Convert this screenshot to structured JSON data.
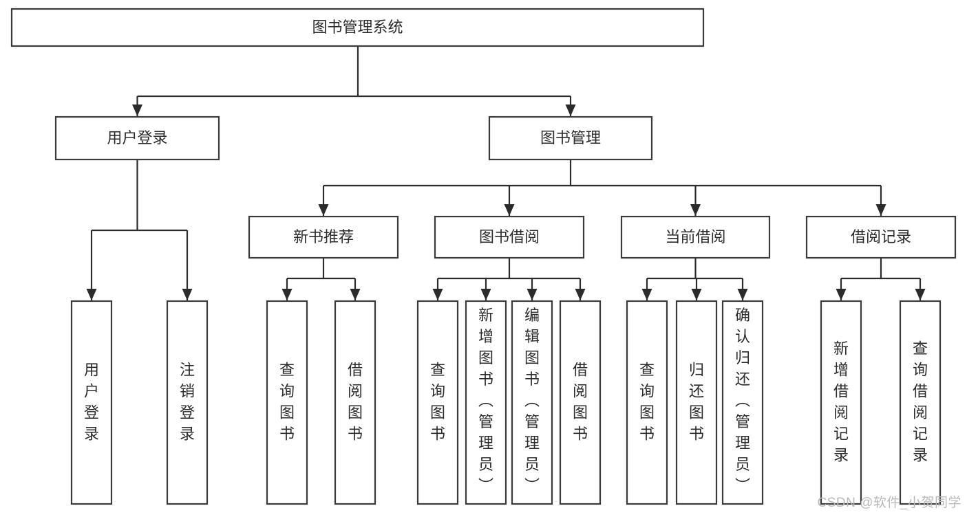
{
  "diagram": {
    "title": "图书管理系统",
    "type": "tree",
    "orientation": "top-down",
    "colors": {
      "node_fill": "#ffffff",
      "node_stroke": "#3a3a3a",
      "edge": "#2b2b2b",
      "text": "#2b2b2b",
      "watermark": "#b9b9b9",
      "background": "#ffffff"
    },
    "root": {
      "id": "root",
      "label": "图书管理系统"
    },
    "level2": [
      {
        "id": "user-login",
        "label": "用户登录"
      },
      {
        "id": "book-manage",
        "label": "图书管理"
      }
    ],
    "level3": [
      {
        "id": "new-book-rec",
        "label": "新书推荐",
        "parent": "book-manage"
      },
      {
        "id": "book-borrow",
        "label": "图书借阅",
        "parent": "book-manage"
      },
      {
        "id": "current-borrow",
        "label": "当前借阅",
        "parent": "book-manage"
      },
      {
        "id": "borrow-record",
        "label": "借阅记录",
        "parent": "book-manage"
      }
    ],
    "leaves": [
      {
        "id": "leaf-user-login",
        "label": "用户登录",
        "parent": "user-login"
      },
      {
        "id": "leaf-user-logout",
        "label": "注销登录",
        "parent": "user-login"
      },
      {
        "id": "leaf-query-book-1",
        "label": "查询图书",
        "parent": "new-book-rec"
      },
      {
        "id": "leaf-borrow-book-1",
        "label": "借阅图书",
        "parent": "new-book-rec"
      },
      {
        "id": "leaf-query-book-2",
        "label": "查询图书",
        "parent": "book-borrow"
      },
      {
        "id": "leaf-add-book",
        "label": "新增图书（管理员）",
        "parent": "book-borrow"
      },
      {
        "id": "leaf-edit-book",
        "label": "编辑图书（管理员）",
        "parent": "book-borrow"
      },
      {
        "id": "leaf-borrow-book-2",
        "label": "借阅图书",
        "parent": "book-borrow"
      },
      {
        "id": "leaf-query-book-3",
        "label": "查询图书",
        "parent": "current-borrow"
      },
      {
        "id": "leaf-return-book",
        "label": "归还图书",
        "parent": "current-borrow"
      },
      {
        "id": "leaf-confirm-return",
        "label": "确认归还（管理员）",
        "parent": "current-borrow"
      },
      {
        "id": "leaf-add-record",
        "label": "新增借阅记录",
        "parent": "borrow-record"
      },
      {
        "id": "leaf-query-record",
        "label": "查询借阅记录",
        "parent": "borrow-record"
      }
    ]
  },
  "watermark": {
    "text": "CSDN @软件_小贺同学"
  }
}
